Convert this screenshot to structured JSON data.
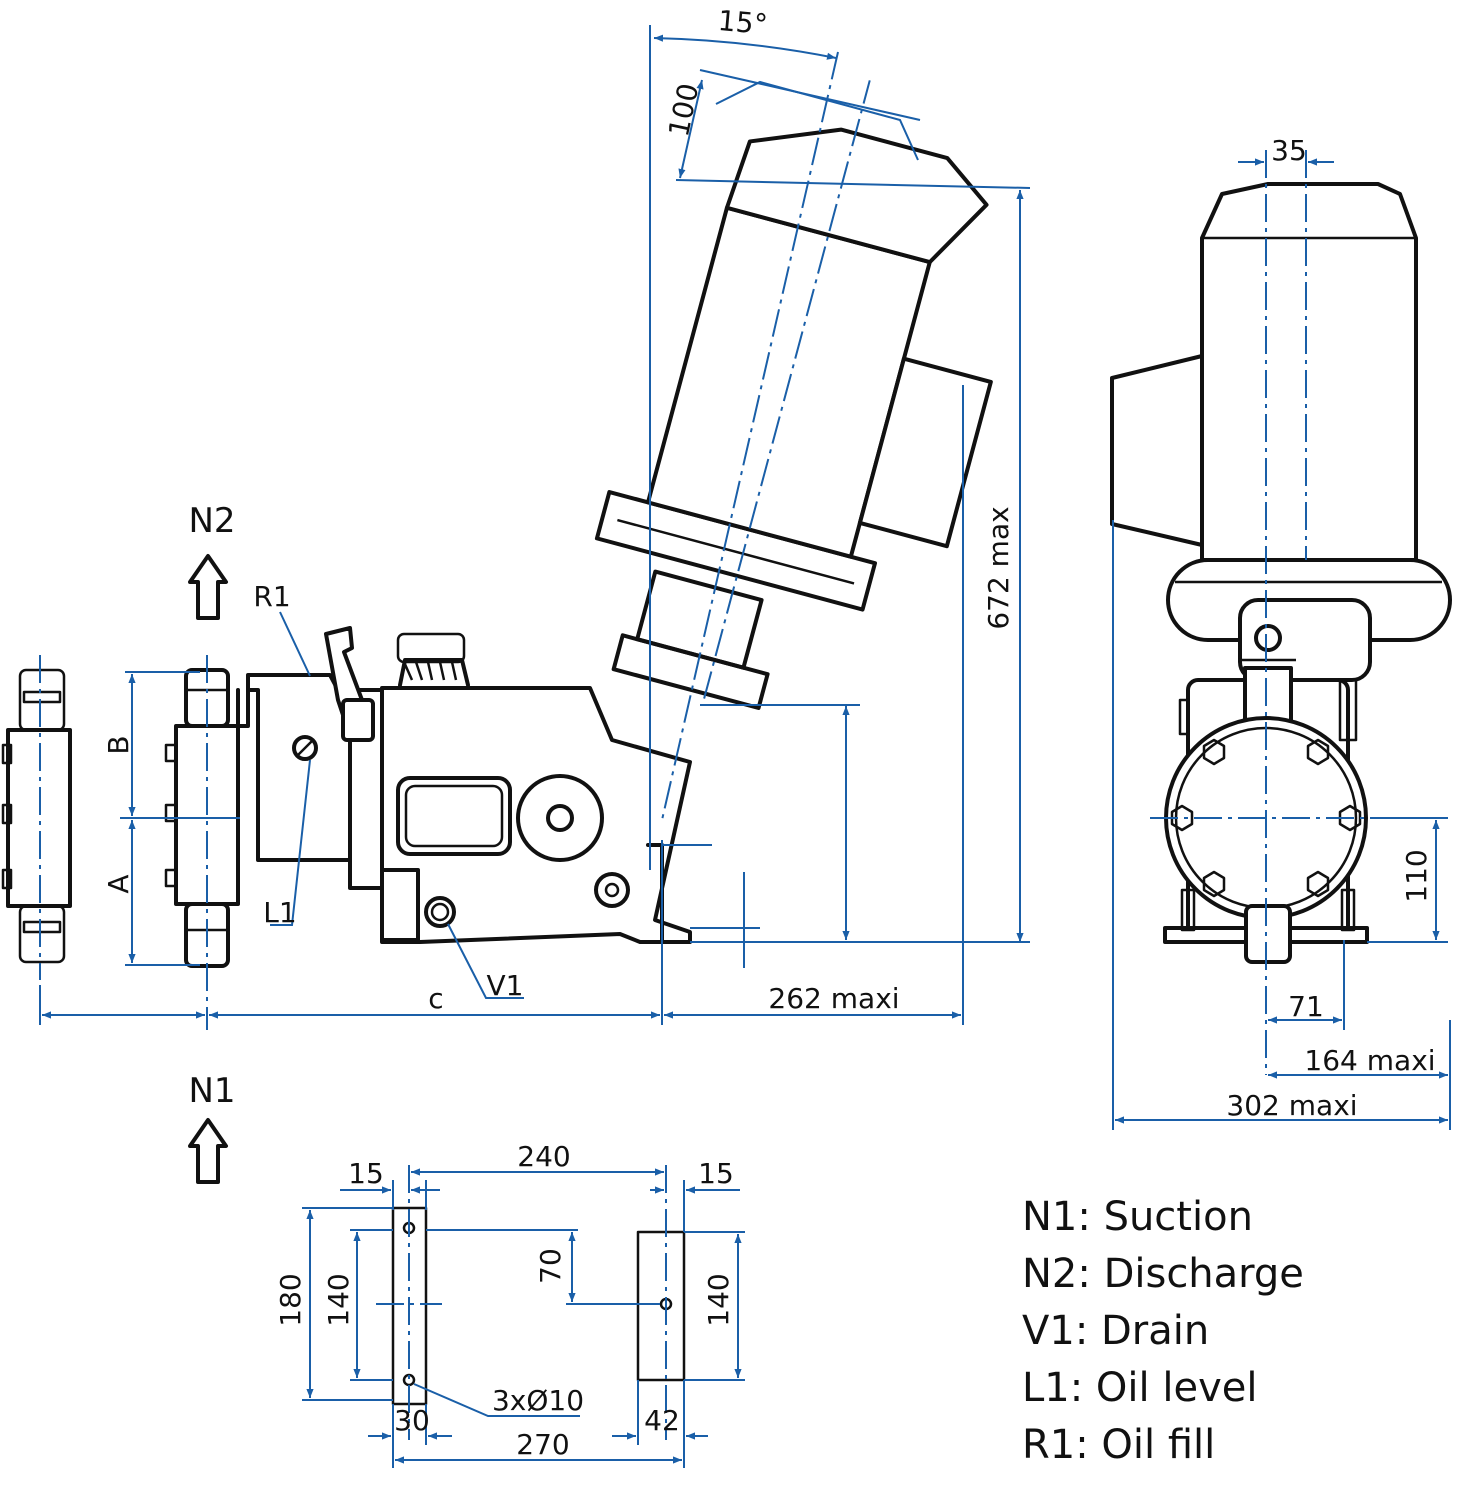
{
  "labels": {
    "n2": "N2",
    "n1": "N1",
    "r1": "R1",
    "l1": "L1",
    "v1": "V1",
    "a": "A",
    "b": "B",
    "c": "c"
  },
  "dimensions": {
    "angle": "15°",
    "tilt_clearance": "100",
    "height_max": "672 max",
    "depth_maxi": "262 maxi",
    "shaft_offset": "35",
    "axis_height": "110",
    "half_width": "71",
    "half_width_maxi": "164 maxi",
    "width_maxi": "302 maxi",
    "base_left_margin": "15",
    "base_hole_spacing": "240",
    "base_right_margin": "15",
    "base_depth": "180",
    "left_foot_hole_spacing": "140",
    "offset_70": "70",
    "right_foot_length": "140",
    "holes": "3xØ10",
    "left_foot_width": "30",
    "right_foot_width": "42",
    "base_overall": "270"
  },
  "legend": [
    "N1: Suction",
    "N2: Discharge",
    "V1: Drain",
    "L1: Oil level",
    "R1: Oil fill"
  ]
}
